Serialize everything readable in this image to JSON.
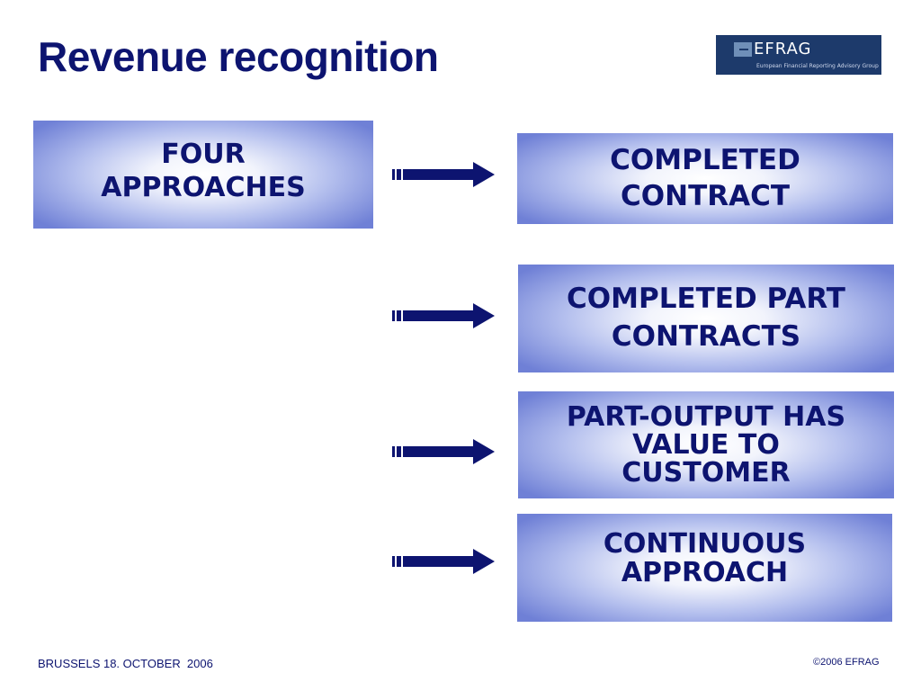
{
  "slide": {
    "title": "Revenue recognition",
    "logo": {
      "name": "EFRAG",
      "subtitle": "European Financial Reporting Advisory Group"
    },
    "source_box": {
      "text": "FOUR\nAPPROACHES"
    },
    "approaches": [
      {
        "text": "COMPLETED\nCONTRACT"
      },
      {
        "text": "COMPLETED PART\nCONTRACTS"
      },
      {
        "text": "PART-OUTPUT HAS\nVALUE TO\nCUSTOMER"
      },
      {
        "text": "CONTINUOUS\nAPPROACH"
      }
    ],
    "footer": {
      "left": "BRUSSELS 18. OCTOBER  2006",
      "right": "©2006 EFRAG"
    }
  },
  "colors": {
    "title": "#0d1470",
    "arrow": "#0d1470",
    "box_edge": "#6f80d6",
    "logo_bg": "#1d3a6b"
  },
  "icons": {
    "arrow": "right-arrow-icon",
    "logo": "efrag-logo-icon"
  }
}
